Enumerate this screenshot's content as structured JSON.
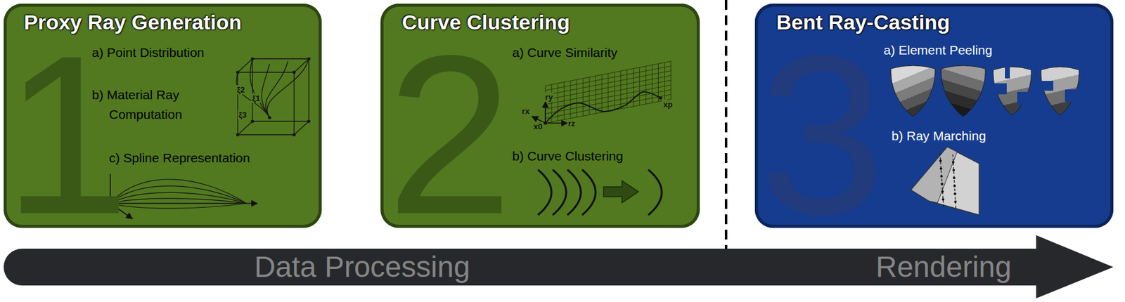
{
  "diagram": {
    "nodes": [
      {
        "text": [
          "Proxy Ray Generation",
          "1",
          "a) Point Distribution",
          "b) Material Ray Computation",
          "c) Spline Representation"
        ]
      },
      {
        "text": [
          "Curve Clustering",
          "2",
          "a) Curve Similarity",
          "b) Curve Clustering"
        ]
      },
      {
        "text": [
          "Bent Ray-Casting",
          "3",
          "a) Element Peeling",
          "b) Ray Marching"
        ]
      },
      {
        "text": [
          "Data Processing",
          "Rendering"
        ]
      }
    ],
    "labels": [
      "ξ2",
      "ξ1",
      "ξ3",
      "ry",
      "rx",
      "x0",
      "rz",
      "xp"
    ]
  }
}
